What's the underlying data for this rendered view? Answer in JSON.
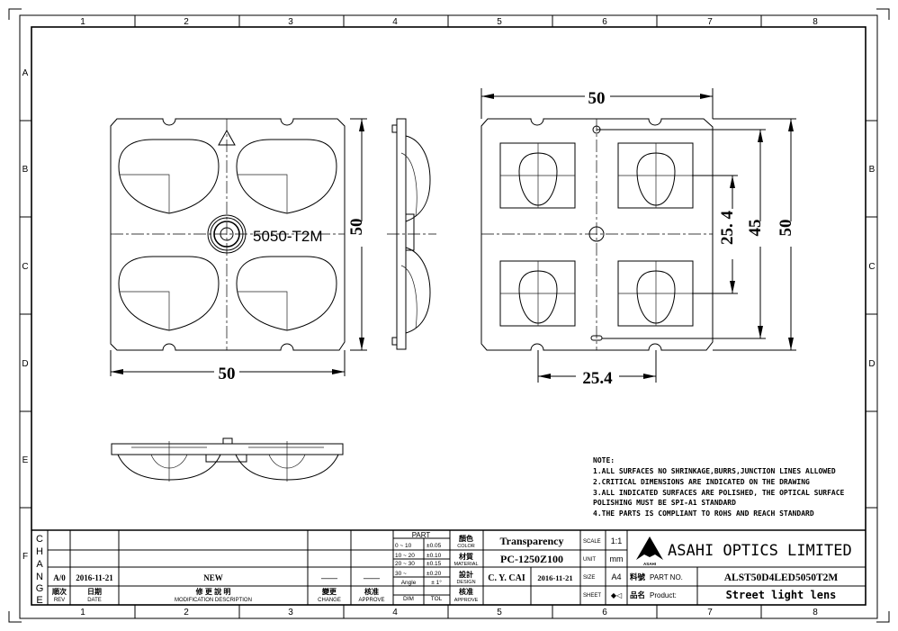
{
  "frame": {
    "columns": [
      "1",
      "2",
      "3",
      "4",
      "5",
      "6",
      "7",
      "8"
    ],
    "rows_left": [
      "A",
      "B",
      "C",
      "D",
      "E",
      "F"
    ],
    "rows_right": [
      "B",
      "C",
      "D"
    ]
  },
  "front_view": {
    "marking": "5050-T2M",
    "dim_width": "50",
    "dim_height": "50"
  },
  "rear_view": {
    "dim_width": "50",
    "dim_pitch_x": "25.4",
    "dim_pitch_y": "25. 4",
    "dim_hole_spacing": "45",
    "dim_height": "50"
  },
  "notes": {
    "title": "NOTE:",
    "lines": [
      "1.ALL SURFACES NO SHRINKAGE,BURRS,JUNCTION LINES ALLOWED",
      "2.CRITICAL DIMENSIONS ARE INDICATED ON THE DRAWING",
      "3.ALL INDICATED SURFACES ARE POLISHED, THE OPTICAL SURFACE",
      "POLISHING MUST BE SPI-A1 STANDARD",
      "4.THE PARTS IS COMPLIANT TO ROHS AND REACH STANDARD"
    ]
  },
  "change_block": {
    "side_label": [
      "C",
      "H",
      "A",
      "N",
      "G",
      "E"
    ],
    "entry": {
      "rev": "A/0",
      "date": "2016-11-21",
      "description": "NEW",
      "change": "——",
      "approve": "——"
    },
    "headers": {
      "rev_cn": "順次",
      "rev": "REV",
      "date_cn": "日期",
      "date": "DATE",
      "desc_cn": "修 更 說 明",
      "desc": "MODIFICATION  DESCRIPTION",
      "change_cn": "變更",
      "change": "CHANGE",
      "approve_cn": "核准",
      "approve": "APPROVE"
    }
  },
  "tolerance": {
    "title": "PART",
    "rows": [
      {
        "dim": "0 ~ 10",
        "tol": "±0.05"
      },
      {
        "dim": "10 ~ 20",
        "tol": "±0.10"
      },
      {
        "dim": "20 ~ 30",
        "tol": "±0.15"
      },
      {
        "dim": "30 ~",
        "tol": "±0.20"
      },
      {
        "dim": "Angle",
        "tol": "± 1°"
      }
    ],
    "dim_label": "DIM",
    "tol_label": "TOL"
  },
  "title_block": {
    "color_cn": "顏色",
    "color_label": "COLOR",
    "color": "Transparency",
    "material_cn": "材質",
    "material_label": "MATERIAL",
    "material": "PC-1250Z100",
    "design_cn": "設計",
    "design_label": "DESIGN",
    "designer": "C. Y. CAI",
    "design_date": "2016-11-21",
    "approve_cn": "核准",
    "approve_label": "APPROVE",
    "scale_label": "SCALE",
    "scale": "1:1",
    "unit_label": "UNIT",
    "unit": "mm",
    "size_label": "SIZE",
    "size": "A4",
    "sheet_label": "SHEET",
    "sheet_symbol": "◆◁",
    "company": "ASAHI OPTICS LIMITED",
    "logo_text": "ASAHI",
    "part_no_cn": "料號",
    "part_no_label": "PART NO.",
    "part_no": "ALST50D4LED5050T2M",
    "product_cn": "品名",
    "product_label": "Product:",
    "product": "Street light lens"
  }
}
